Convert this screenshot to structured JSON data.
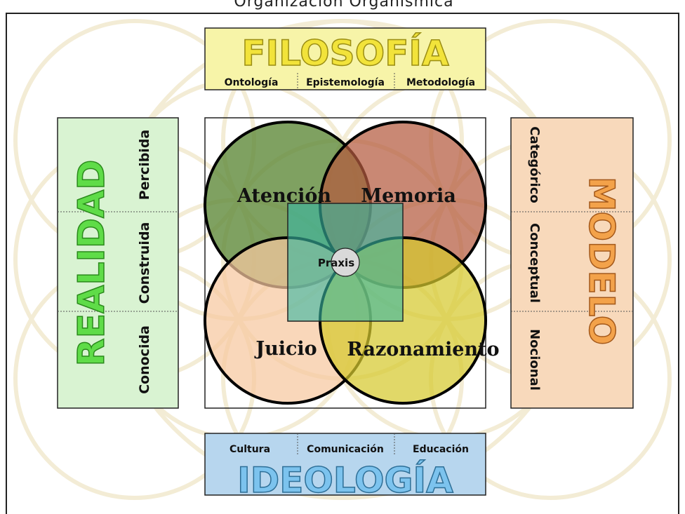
{
  "top_cut_text": "Organización Organísmica",
  "filosofia": {
    "title": "FILOSOFÍA",
    "items": [
      "Ontología",
      "Epistemología",
      "Metodología"
    ]
  },
  "ideologia": {
    "title": "IDEOLOGÍA",
    "items": [
      "Cultura",
      "Comunicación",
      "Educación"
    ]
  },
  "realidad": {
    "title": "REALIDAD",
    "items": [
      "Percibida",
      "Construida",
      "Conocida"
    ]
  },
  "modelo": {
    "title": "MODELO",
    "items": [
      "Categórico",
      "Conceptual",
      "Nocional"
    ]
  },
  "circles": {
    "atencion": "Atención",
    "memoria": "Memoria",
    "juicio": "Juicio",
    "razonamiento": "Razonamiento"
  },
  "center": "Praxis",
  "colors": {
    "filosofia_fill": "#f7f4a8",
    "filosofia_title": "#f2e33a",
    "ideologia_fill": "#b7d6ee",
    "ideologia_title": "#7cc3ee",
    "realidad_fill": "#d9f3d2",
    "realidad_title": "#5fdc48",
    "modelo_fill": "#f8d9bb",
    "modelo_title": "#f3a24a",
    "atencion_fill": "#5f8a3a",
    "memoria_fill": "#b45a3e",
    "juicio_fill": "#f6c7a0",
    "razonamiento_fill": "#d6c92e",
    "square_fill": "#39b6a2",
    "praxis_fill": "#d9d9d9"
  }
}
